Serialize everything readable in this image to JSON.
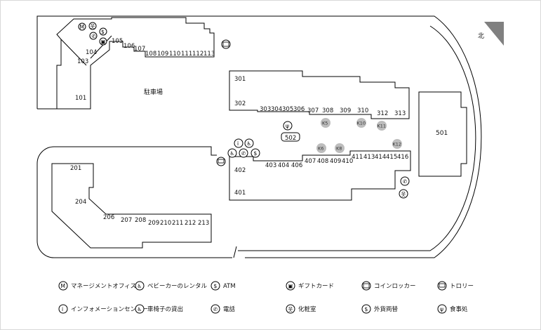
{
  "map": {
    "north_label": "北",
    "parking_label": "駐車場",
    "units": {
      "u101": "101",
      "u103": "103",
      "u104": "104",
      "u105": "105",
      "u106": "106",
      "u107": "107",
      "u108": "108",
      "u109": "109",
      "u110": "110",
      "u111": "111",
      "u112": "112",
      "u113": "113",
      "u201": "201",
      "u204": "204",
      "u206": "206",
      "u207": "207",
      "u208": "208",
      "u209": "209",
      "u210": "210",
      "u211": "211",
      "u212": "212",
      "u213": "213",
      "u301": "301",
      "u302": "302",
      "u303": "303",
      "u304": "304",
      "u305": "305",
      "u306": "306",
      "u307": "307",
      "u308": "308",
      "u309": "309",
      "u310": "310",
      "u312": "312",
      "u313": "313",
      "u401": "401",
      "u402": "402",
      "u403": "403",
      "u404": "404",
      "u406": "406",
      "u407": "407",
      "u408": "408",
      "u409": "409",
      "u410": "410",
      "u411": "411",
      "u413": "413",
      "u414": "414",
      "u415": "415",
      "u416": "416",
      "u501": "501",
      "u502": "502"
    },
    "kiosks": {
      "k5": "K5",
      "k6": "K6",
      "k8": "K8",
      "k10": "K10",
      "k11": "K11",
      "k12": "K12"
    }
  },
  "legend": {
    "management_office": {
      "label": "マネージメントオフィス",
      "icon": "management-office-icon"
    },
    "baby_car_rental": {
      "label": "ベビーカーのレンタル",
      "icon": "stroller-icon"
    },
    "atm": {
      "label": "ATM",
      "icon": "atm-icon"
    },
    "gift_card": {
      "label": "ギフトカード",
      "icon": "gift-icon"
    },
    "coin_locker": {
      "label": "コインロッカー",
      "icon": "locker-icon"
    },
    "trolley": {
      "label": "トロリー",
      "icon": "trolley-icon"
    },
    "information": {
      "label": "インフォメーションセンター",
      "icon": "information-icon"
    },
    "wheelchair": {
      "label": "車椅子の貸出",
      "icon": "wheelchair-icon"
    },
    "phone": {
      "label": "電話",
      "icon": "phone-icon"
    },
    "restroom": {
      "label": "化粧室",
      "icon": "restroom-icon"
    },
    "currency_exchange": {
      "label": "外貨両替",
      "icon": "currency-exchange-icon"
    },
    "dining": {
      "label": "食事処",
      "icon": "dining-icon"
    }
  }
}
